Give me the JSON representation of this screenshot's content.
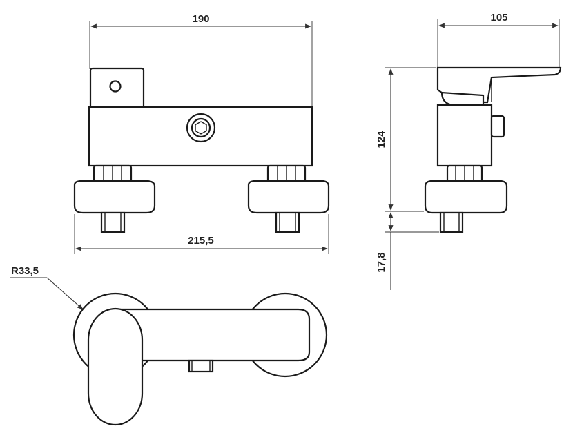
{
  "dimensions": {
    "front_width_top": "190",
    "front_width_bottom": "215,5",
    "side_depth": "105",
    "side_height": "124",
    "side_offset": "17,8",
    "radius": "R33,5"
  }
}
